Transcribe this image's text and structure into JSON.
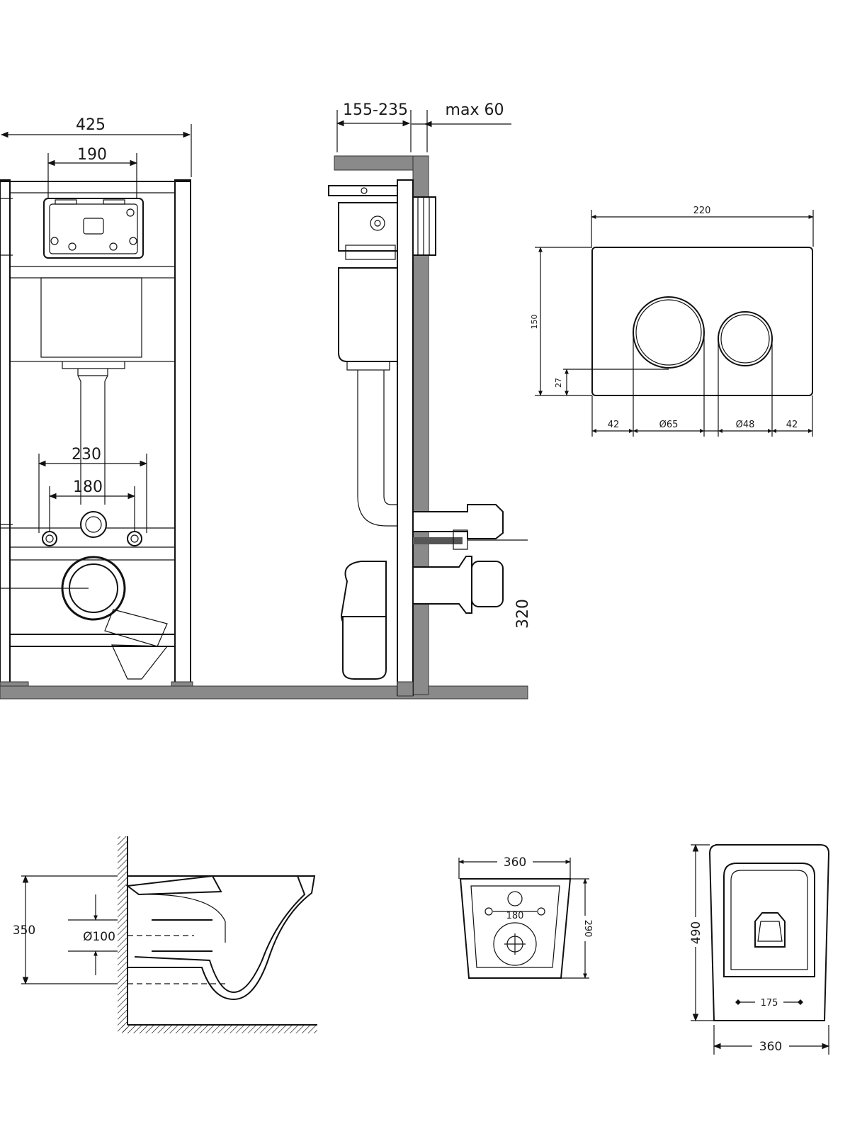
{
  "frame_front": {
    "width_outer": "425",
    "width_tank": "190",
    "bolt_outer": "230",
    "bolt_inner": "180"
  },
  "frame_side": {
    "depth": "155-235",
    "wall_max": "max 60",
    "height_partial": "320"
  },
  "flush_plate": {
    "width": "220",
    "height": "150",
    "offset_bottom": "27",
    "margin_left": "42",
    "big_button": "Ø65",
    "small_button": "Ø48",
    "margin_right": "42"
  },
  "bowl_side": {
    "height": "350",
    "outlet": "Ø100"
  },
  "bowl_back": {
    "width": "360",
    "bolt": "180",
    "depth": "290"
  },
  "bowl_top": {
    "length": "490",
    "bolt": "175",
    "width": "360"
  },
  "colors": {
    "line": "#111111",
    "wall": "#8a8a8a",
    "background": "#ffffff"
  }
}
